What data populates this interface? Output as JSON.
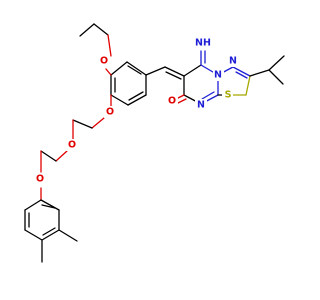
{
  "molecule": {
    "atom_labels": {
      "imine": "NH",
      "ring_n_top": "N",
      "ring_n_left": "N",
      "ring_n_bottom": "N",
      "sulfur": "S",
      "carbonyl_o": "O",
      "ethoxy_o": "O",
      "phenoxy_o": "O",
      "ether_o1": "O",
      "ether_o2": "O"
    },
    "colors": {
      "carbon": "#000000",
      "nitrogen": "#1f1fd6",
      "oxygen": "#e00000",
      "sulfur": "#a8a800"
    }
  }
}
